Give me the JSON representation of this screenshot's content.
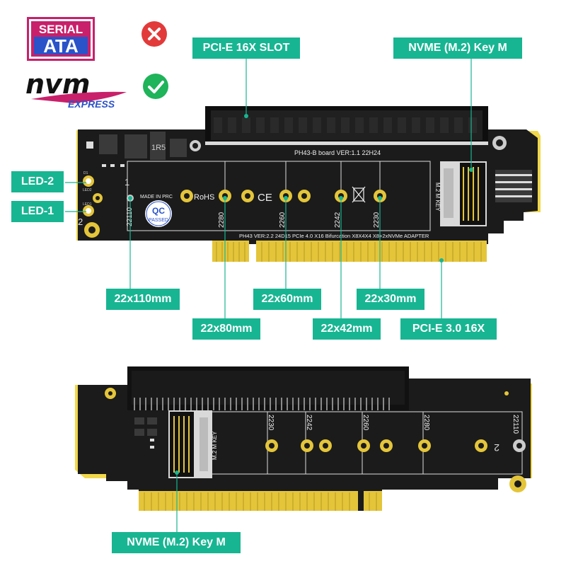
{
  "logos": {
    "sata_line1": "SERIAL",
    "sata_line2": "ATA",
    "nvm_main": "nvm",
    "nvm_sub": "EXPRESS"
  },
  "status": {
    "sata_icon": "x-circle-icon",
    "nvm_icon": "check-circle-icon",
    "sata_color": "#e23a3a",
    "nvm_color": "#1fb35a"
  },
  "top_board": {
    "model_text": "PH43-B board   VER:1.1   22H24",
    "bottom_text": "PH43    VER:2.2    24D15    PCIe 4.0 X16 Bifurcation  X8X4X4    X8+2xNVMe  ADAPTER",
    "made_in": "MADE IN PRC",
    "rohs": "RoHS",
    "ce": "CE",
    "qc_line1": "QC",
    "qc_line2": "PASSED",
    "key_label": "M.2 M KEY",
    "chip": "1R5",
    "num_1": "1",
    "num_2": "2",
    "led_d1": "D1",
    "led_d2": "LED2",
    "led_d3": "LED1",
    "size_labels": [
      "22110",
      "2280",
      "2260",
      "2242",
      "2230"
    ]
  },
  "bottom_board": {
    "key_label": "M.2 M KEY",
    "num_2": "2",
    "size_labels": [
      "2230",
      "2242",
      "2260",
      "2280",
      "22110"
    ]
  },
  "callouts": {
    "pcie_slot": "PCI-E  16X  SLOT",
    "nvme_top": "NVME  (M.2) Key M",
    "led2": "LED-2",
    "led1": "LED-1",
    "s22110": "22x110mm",
    "s2260": "22x60mm",
    "s2230": "22x30mm",
    "s2280": "22x80mm",
    "s2242": "22x42mm",
    "pcie_gen": "PCI-E 3.0  16X",
    "nvme_bottom": "NVME  (M.2) Key M"
  },
  "colors": {
    "accent": "#18b592",
    "board": "#1b1b1b",
    "gold": "#e4c53a",
    "yellow_edge": "#f0d84a"
  }
}
